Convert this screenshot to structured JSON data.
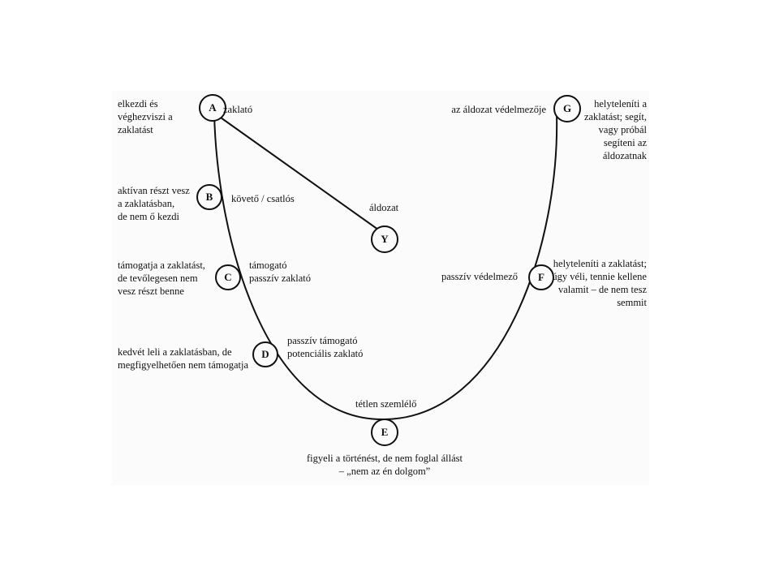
{
  "nodes": {
    "A": {
      "letter": "A",
      "role": "zaklató",
      "desc": [
        "elkezdi és",
        "véghezviszi a",
        "zaklatást"
      ]
    },
    "B": {
      "letter": "B",
      "role": "követő / csatlós",
      "desc": [
        "aktívan részt vesz",
        "a zaklatásban,",
        "de nem ő kezdi"
      ]
    },
    "C": {
      "letter": "C",
      "role": [
        "támogató",
        "passzív zaklató"
      ],
      "desc": [
        "támogatja a zaklatást,",
        "de tevőlegesen nem",
        "vesz részt benne"
      ]
    },
    "D": {
      "letter": "D",
      "role": [
        "passzív támogató",
        "potenciális zaklató"
      ],
      "desc": [
        "kedvét leli a zaklatásban, de",
        "megfigyelhetően nem támogatja"
      ]
    },
    "E": {
      "letter": "E",
      "role": "tétlen szemlélő",
      "desc": [
        "figyeli a történést, de nem foglal állást",
        "– „nem az én dolgom”"
      ]
    },
    "F": {
      "letter": "F",
      "role": "passzív védelmező",
      "desc": [
        "helyteleníti a zaklatást;",
        "úgy véli, tennie kellene",
        "valamit – de nem tesz",
        "semmit"
      ]
    },
    "G": {
      "letter": "G",
      "role": "az áldozat védelmezője",
      "desc": [
        "helyteleníti a",
        "zaklatást; segít,",
        "vagy próbál",
        "segíteni az",
        "áldozatnak"
      ]
    },
    "Y": {
      "letter": "Y",
      "role": "áldozat"
    }
  }
}
